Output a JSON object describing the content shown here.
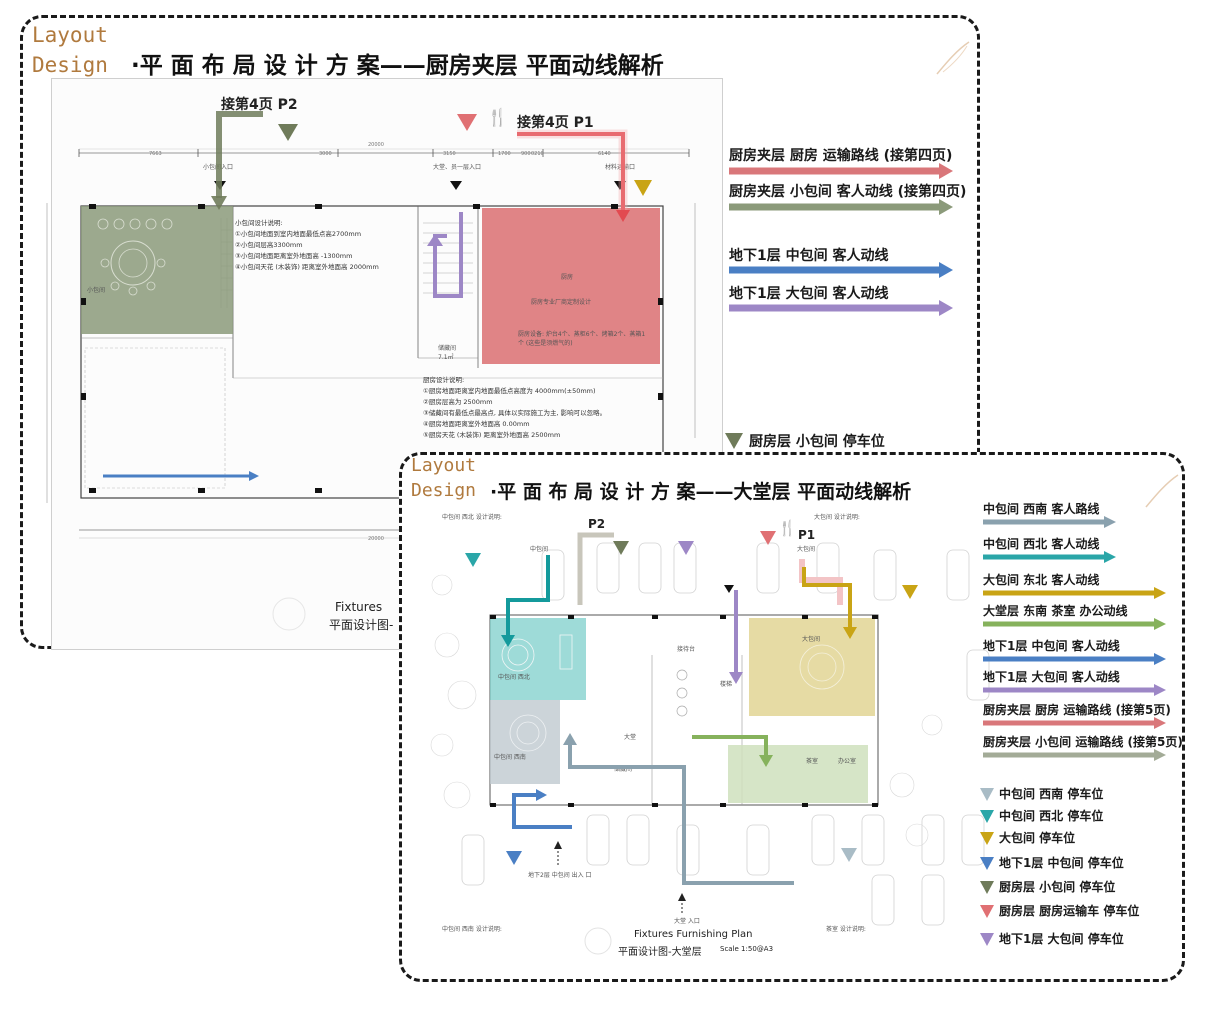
{
  "colors": {
    "red": "#d9777a",
    "sage": "#8b9a7a",
    "olive_green": "#6f7b5a",
    "blue": "#4a7fc4",
    "purple": "#9d87c6",
    "teal": "#2aa6a8",
    "gold": "#c9a415",
    "green": "#86b25c",
    "slate": "#8aa1ae",
    "brand_brown": "#b07a3e"
  },
  "card1": {
    "logo_line1": "Layout",
    "logo_line2": "Design",
    "title": "·平 面 布 局 设 计 方 案——厨房夹层 平面动线解析",
    "link_p2": "接第4页 P2",
    "link_p1": "接第4页 P1",
    "legend": [
      {
        "label": "厨房夹层 厨房 运输路线 (接第四页)",
        "color": "red"
      },
      {
        "label": "厨房夹层 小包间 客人动线 (接第四页)",
        "color": "sage"
      },
      {
        "label": "地下1层 中包间 客人动线",
        "color": "blue"
      },
      {
        "label": "地下1层 大包间 客人动线",
        "color": "purple"
      }
    ],
    "parking_label": "厨房层 小包间 停车位",
    "plan_notes": {
      "small_room_title": "小包间设计说明:",
      "small_room_lines": [
        "①小包间地面到室内地面最低点高2700mm",
        "②小包间层高3300mm",
        "③小包间地面距离室外地面高 -1300mm",
        "④小包间天花 (木装饰) 距离室外地面高 2000mm"
      ],
      "kitchen_title": "厨房设计说明:",
      "kitchen_lines": [
        "①厨房地面距离室内地面最低点高度为 4000mm(±50mm)",
        "②厨房层高为 2500mm",
        "③储藏间有最低点最高点, 具体以实际施工为主, 影响可以忽略。",
        "④厨房地面距离室外地面高 0.00mm",
        "⑤厨房天花 (木装饰) 距离室外地面高 2500mm"
      ],
      "kitchen_zone_label": "厨房专业厂商定制设计",
      "kitchen_equipment": "厨房设备: 炉台4个、蒸柜6个、烤箱2个、蒸箱1个 (这些是须燃气的)",
      "kitchen_name": "厨房",
      "small_room_label": "小包间",
      "storage_label": "储藏间",
      "storage_area": "7.1㎡",
      "entrance_small": "小包间入口",
      "entrance_hall": "大堂、员一层入口",
      "entrance_material": "材料运输口",
      "dim_total": "20000",
      "dims": [
        "7663",
        "3000",
        "3150",
        "1700",
        "900",
        "0210",
        "6140"
      ]
    },
    "footer_en": "Fixtures",
    "footer_cn": "平面设计图-"
  },
  "card2": {
    "logo_line1": "Layout",
    "logo_line2": "Design",
    "title": "·平 面 布 局 设 计 方 案——大堂层 平面动线解析",
    "p2": "P2",
    "p1": "P1",
    "legend": [
      {
        "label": "中包间 西南 客人路线",
        "color": "slate"
      },
      {
        "label": "中包间 西北 客人动线",
        "color": "teal"
      },
      {
        "label": "大包间 东北 客人动线",
        "color": "gold"
      },
      {
        "label": "大堂层 东南 茶室 办公动线",
        "color": "green"
      },
      {
        "label": "地下1层 中包间 客人动线",
        "color": "blue"
      },
      {
        "label": "地下1层 大包间 客人动线",
        "color": "purple"
      },
      {
        "label": "厨房夹层 厨房 运输路线 (接第5页)",
        "color": "red"
      },
      {
        "label": "厨房夹层 小包间 运输路线 (接第5页)",
        "color": "sage"
      }
    ],
    "parking": [
      {
        "label": "中包间 西南 停车位",
        "color": "slate"
      },
      {
        "label": "中包间 西北 停车位",
        "color": "teal"
      },
      {
        "label": "大包间 停车位",
        "color": "gold"
      },
      {
        "label": "地下1层 中包间 停车位",
        "color": "blue"
      },
      {
        "label": "厨房层 小包间 停车位",
        "color": "olive_green"
      },
      {
        "label": "厨房层 厨房运输车 停车位",
        "color": "red"
      },
      {
        "label": "地下1层 大包间 停车位",
        "color": "purple"
      }
    ],
    "footer_en": "Fixtures Furnishing Plan",
    "footer_cn": "平面设计图-大堂层",
    "footer_scale": "Scale 1:50@A3",
    "room_labels": [
      "中包间 西北",
      "中包间 西南",
      "大包间",
      "茶室",
      "办公室",
      "接待台",
      "大堂",
      "储藏间",
      "楼梯",
      "中包间",
      "大包间"
    ],
    "notes_topleft_title": "中包间 西北 设计说明:",
    "notes_topright_title": "大包间 设计说明:",
    "notes_bottomleft_title": "中包间 西南 设计说明:",
    "notes_bottomright_title": "茶室 设计说明:",
    "entrance_label": "大堂 入口",
    "west_entrance_label": "地下2层 中包间 出入 口"
  }
}
